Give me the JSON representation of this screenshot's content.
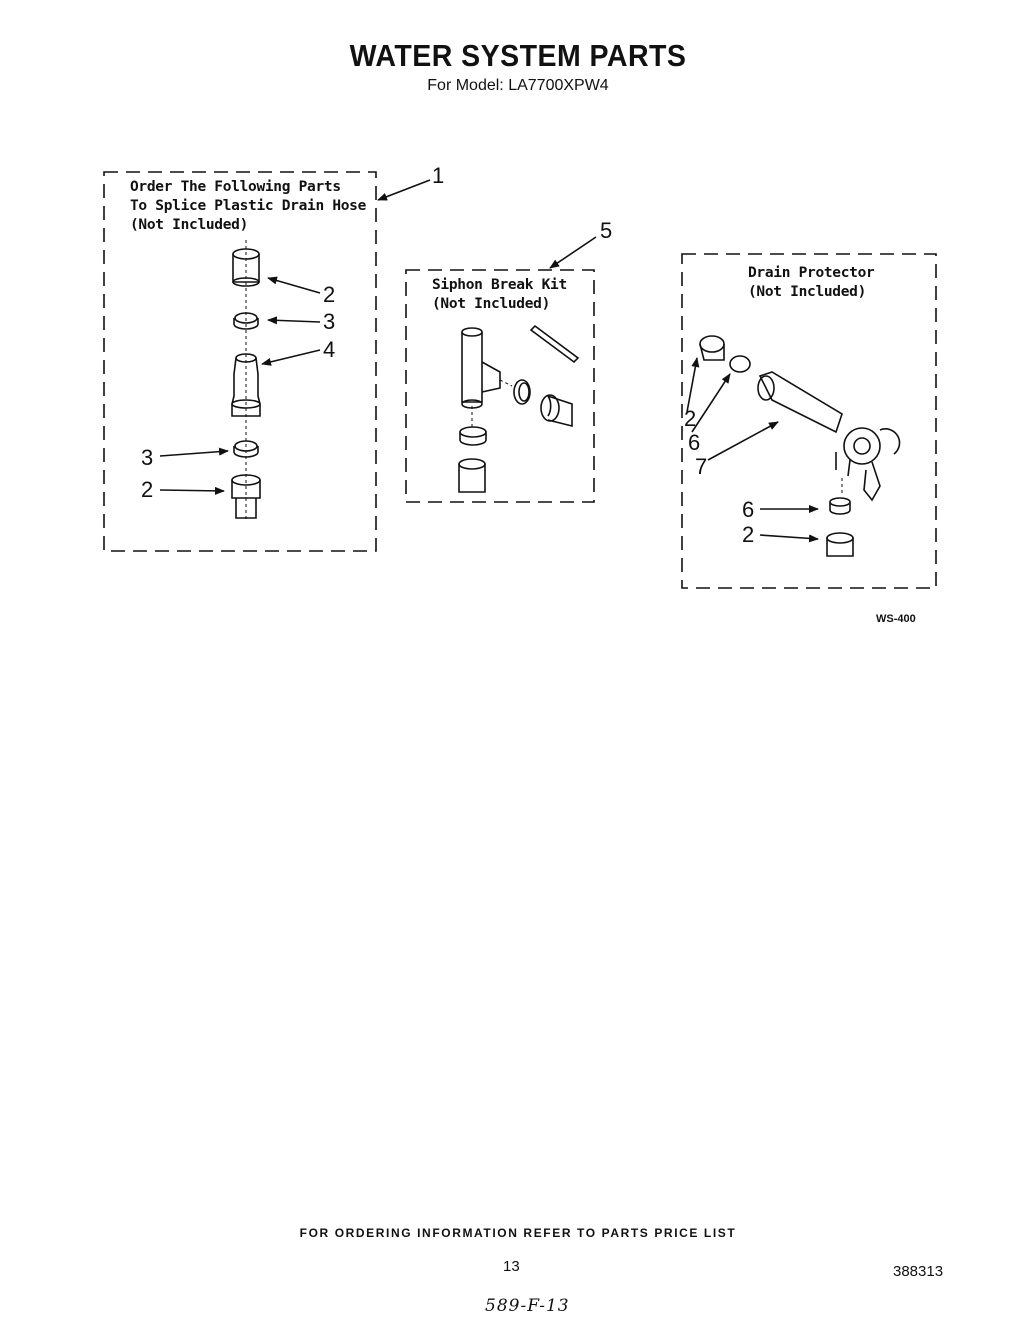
{
  "header": {
    "title": "WATER SYSTEM PARTS",
    "subtitle": "For Model: LA7700XPW4"
  },
  "boxes": {
    "splice": {
      "label": "Order The Following Parts\nTo Splice Plastic Drain Hose\n(Not Included)"
    },
    "siphon": {
      "label": "Siphon Break Kit\n(Not Included)"
    },
    "drain": {
      "label": "Drain Protector\n(Not Included)"
    }
  },
  "callouts": {
    "c1": "1",
    "c5": "5",
    "splice_2a": "2",
    "splice_3a": "3",
    "splice_4": "4",
    "splice_3b": "3",
    "splice_2b": "2",
    "drain_2a": "2",
    "drain_6a": "6",
    "drain_7": "7",
    "drain_6b": "6",
    "drain_2b": "2"
  },
  "figure_code": "WS-400",
  "footer": {
    "ordering_note": "FOR ORDERING INFORMATION REFER TO PARTS PRICE LIST",
    "page_number": "13",
    "document_number": "388313",
    "handwritten_note": "589-F-13"
  }
}
